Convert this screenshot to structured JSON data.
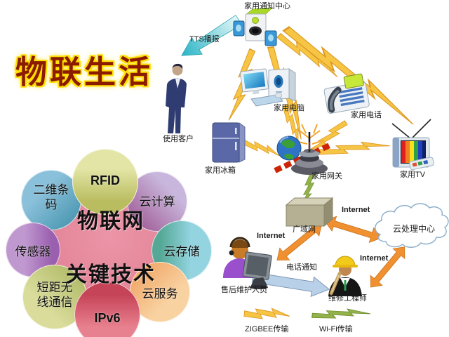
{
  "title": "物联生活",
  "home": {
    "notification_center": "家用通知中心",
    "tts_broadcast": "TTS播报",
    "user": "使用客户",
    "computer": "家用电脑",
    "phone": "家用电话",
    "fridge": "家用冰箱",
    "gateway": "家用网关",
    "tv": "家用TV"
  },
  "key_tech": {
    "center_title": "物联网",
    "center_subtitle": "关键技术",
    "center_color": "#e58598",
    "petals": [
      {
        "label": "RFID",
        "color_light": "#e3e5a6",
        "color_dark": "#b9bc5f"
      },
      {
        "label": "云计算",
        "color_light": "#c8b6dc",
        "color_dark": "#a5679e"
      },
      {
        "label": "云存储",
        "color_light": "#93d4e0",
        "color_dark": "#55a896"
      },
      {
        "label": "云服务",
        "color_light": "#f9d2a2",
        "color_dark": "#f0a868"
      },
      {
        "label": "IPv6",
        "color_light": "#e8818f",
        "color_dark": "#c64458"
      },
      {
        "label": "短距无线通信",
        "color_light": "#d9dc9a",
        "color_dark": "#b2bc6a"
      },
      {
        "label": "传感器",
        "color_light": "#c098d0",
        "color_dark": "#9a5fae"
      },
      {
        "label": "二维条码",
        "color_light": "#8ac0da",
        "color_dark": "#4f9ab4"
      }
    ]
  },
  "service": {
    "wan": "广域网",
    "cloud_center": "云处理中心",
    "internet_wan_cloud": "Internet",
    "internet_staff_wan": "Internet",
    "internet_engineer_cloud": "Internet",
    "phone_notice": "电话通知",
    "support_staff": "售后维护人员",
    "repair_engineer": "维修工程师"
  },
  "legend": {
    "zigbee": "ZIGBEE传输",
    "wifi": "Wi-Fi传输",
    "zigbee_color": "#f6c544",
    "wifi_color": "#93b24a"
  }
}
